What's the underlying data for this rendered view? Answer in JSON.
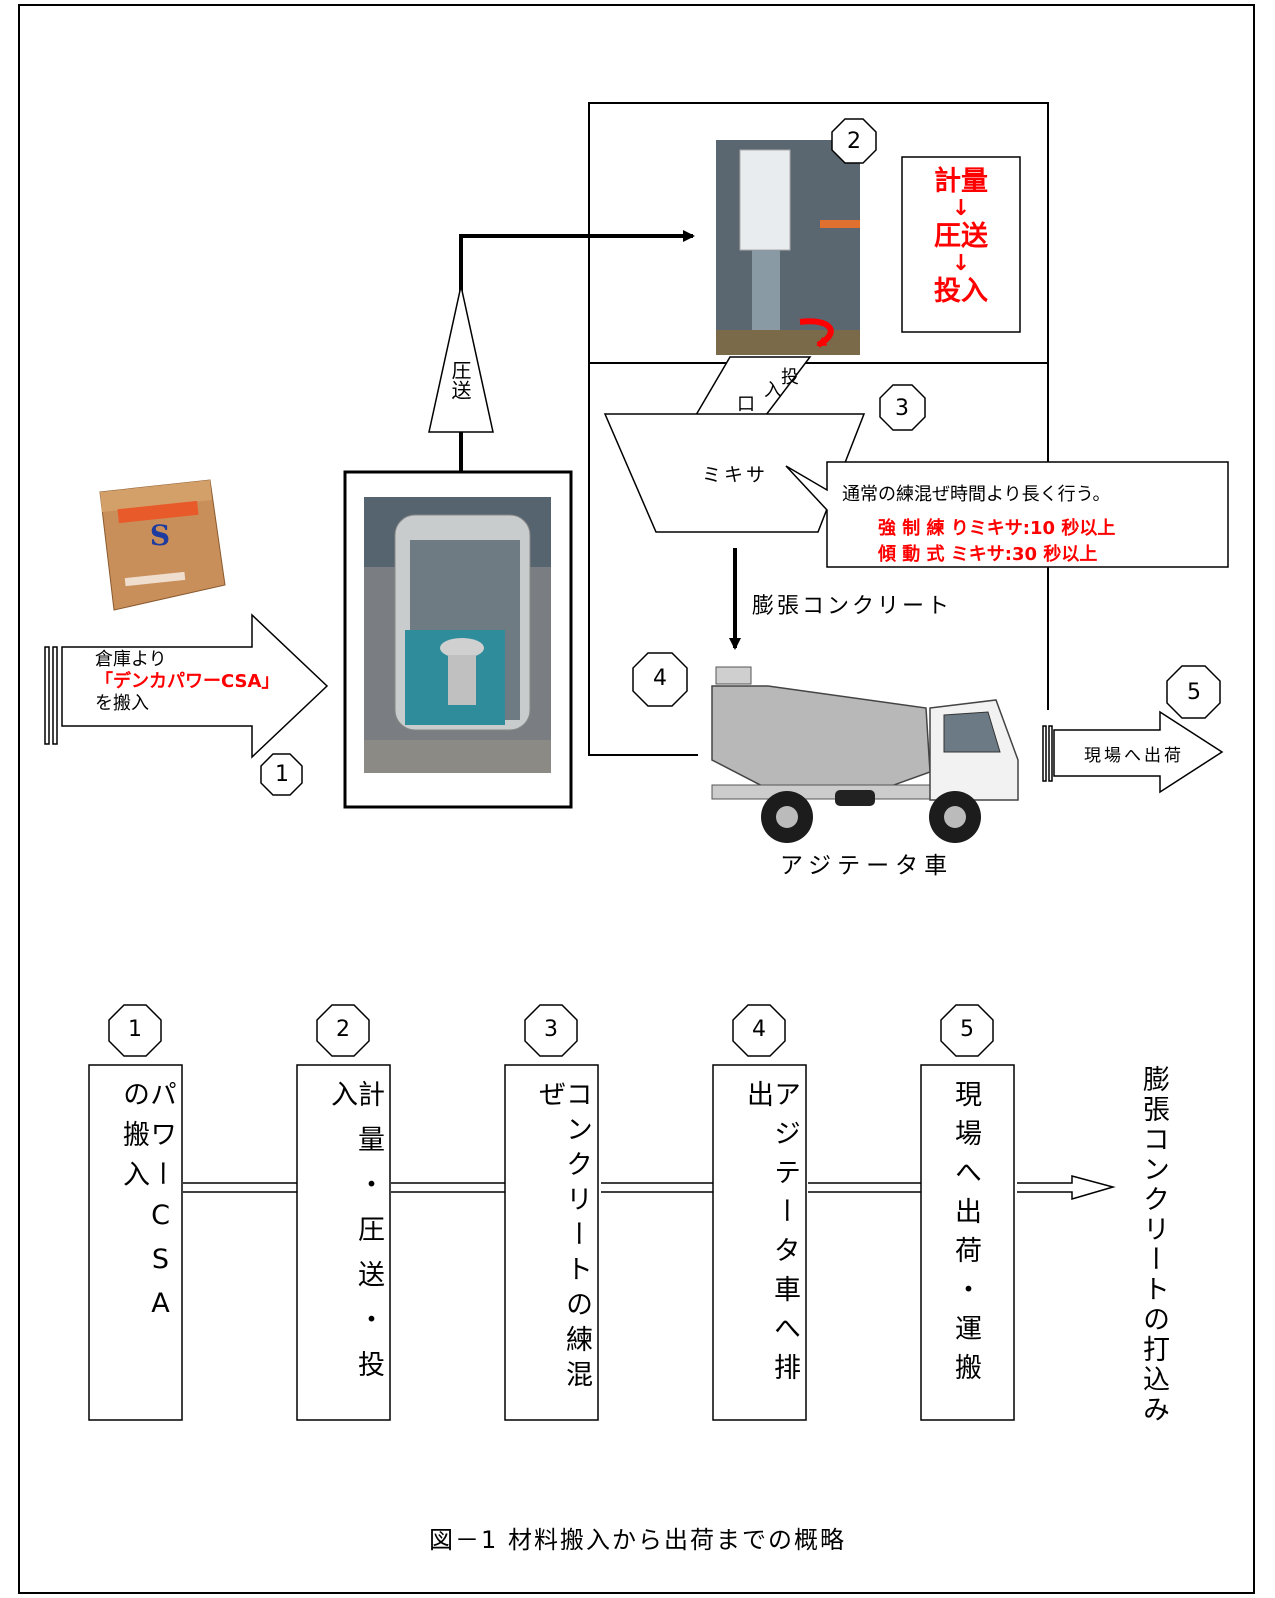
{
  "diagram": {
    "upper": {
      "arrow_in": {
        "line1": "倉庫より",
        "line2": "「デンカパワーCSA」",
        "line3": "を搬入"
      },
      "pump_label": "圧送",
      "inlet_label": {
        "c1": "投",
        "c2": "入",
        "c3": "口"
      },
      "mixer_label": "ミキサ",
      "callout": {
        "title": "通常の練混ぜ時間より長く行う。",
        "line1": "強 制 練 りミキサ:10 秒以上",
        "line2": "傾 動 式 ミキサ:30 秒以上"
      },
      "process_box": {
        "l1": "計量",
        "a1": "↓",
        "l2": "圧送",
        "a2": "↓",
        "l3": "投入"
      },
      "flow_label": "膨張コンクリート",
      "truck_label": "アジテータ車",
      "arrow_out": "現場へ出荷",
      "steps": [
        "1",
        "2",
        "3",
        "4",
        "5"
      ]
    },
    "lower": {
      "steps": [
        {
          "num": "1",
          "text": "パワーCSA の搬入"
        },
        {
          "num": "2",
          "text": "計量・圧送・投入"
        },
        {
          "num": "3",
          "text": "コンクリートの練混ぜ"
        },
        {
          "num": "4",
          "text": "アジテータ車へ排出"
        },
        {
          "num": "5",
          "text": "現場へ出荷・運搬"
        }
      ],
      "final": "膨張コンクリートの打込み"
    },
    "caption": "図－1 材料搬入から出荷までの概略"
  },
  "colors": {
    "accent_red": "#ff0000",
    "line": "#000000"
  }
}
